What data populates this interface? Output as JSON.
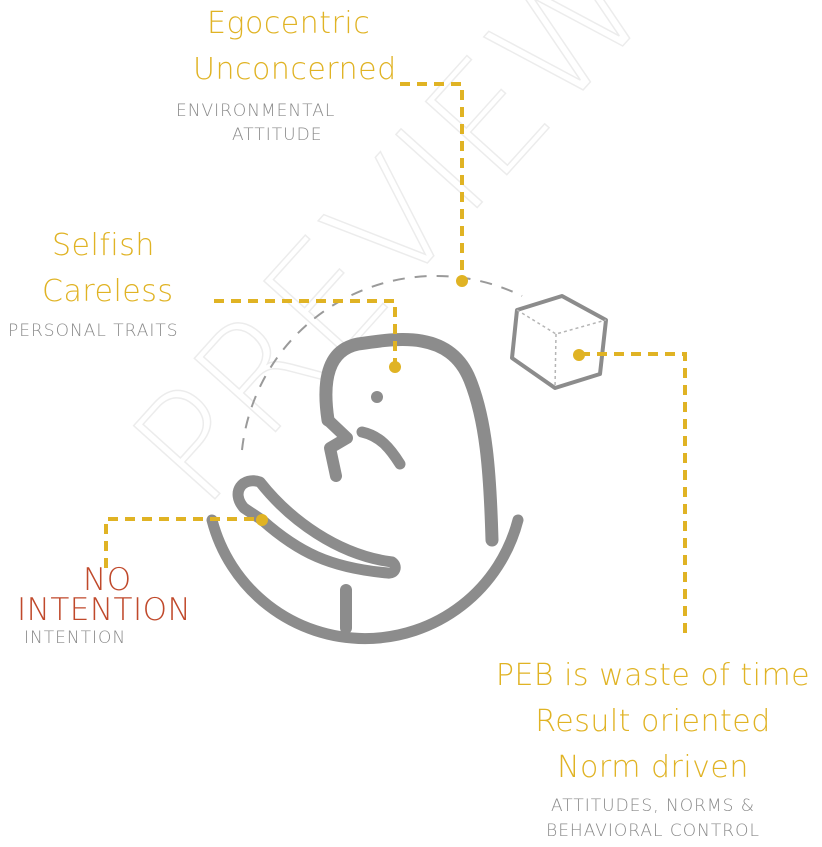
{
  "env_attitude": {
    "values": [
      "Egocentric",
      "Unconcerned"
    ],
    "category": [
      "ENVIRONMENTAL",
      "ATTITUDE"
    ]
  },
  "personal_traits": {
    "values": [
      "Selfish",
      "Careless"
    ],
    "category": "PERSONAL TRAITS"
  },
  "intention": {
    "values": [
      "NO",
      "INTENTION"
    ],
    "category": "INTENTION"
  },
  "attitudes_norms": {
    "values": [
      "PEB is waste of time",
      "Result oriented",
      "Norm driven"
    ],
    "category": [
      "ATTITUDES, NORMS &",
      "BEHAVIORAL CONTROL"
    ]
  },
  "watermark": "PREVIEW",
  "colors": {
    "accent": "#e0b324",
    "figure": "#8c8c8c",
    "no_intention": "#c0492b",
    "category_text": "#8a8a8a"
  }
}
